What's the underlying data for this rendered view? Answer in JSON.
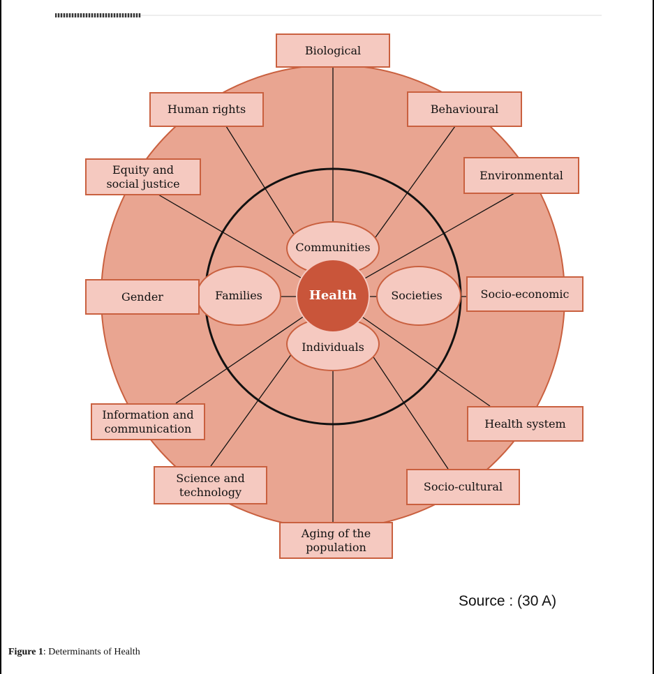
{
  "diagram": {
    "center": "Health",
    "inner": [
      "Communities",
      "Families",
      "Societies",
      "Individuals"
    ],
    "determinants": {
      "biological": "Biological",
      "human_rights": "Human rights",
      "behavioural": "Behavioural",
      "equity": "Equity and social justice",
      "environmental": "Environmental",
      "gender": "Gender",
      "socio_economic": "Socio-economic",
      "information": "Information and communication",
      "health_system": "Health system",
      "science": "Science and technology",
      "socio_cultural": "Socio-cultural",
      "aging": "Aging of the population"
    },
    "source": "Source : (30 A)",
    "colors": {
      "outer": "#e9a591",
      "box": "#f5c9c0",
      "border": "#c9603f",
      "center": "#c9553a"
    }
  },
  "caption": {
    "label": "Figure 1",
    "text": ": Determinants of Health"
  }
}
